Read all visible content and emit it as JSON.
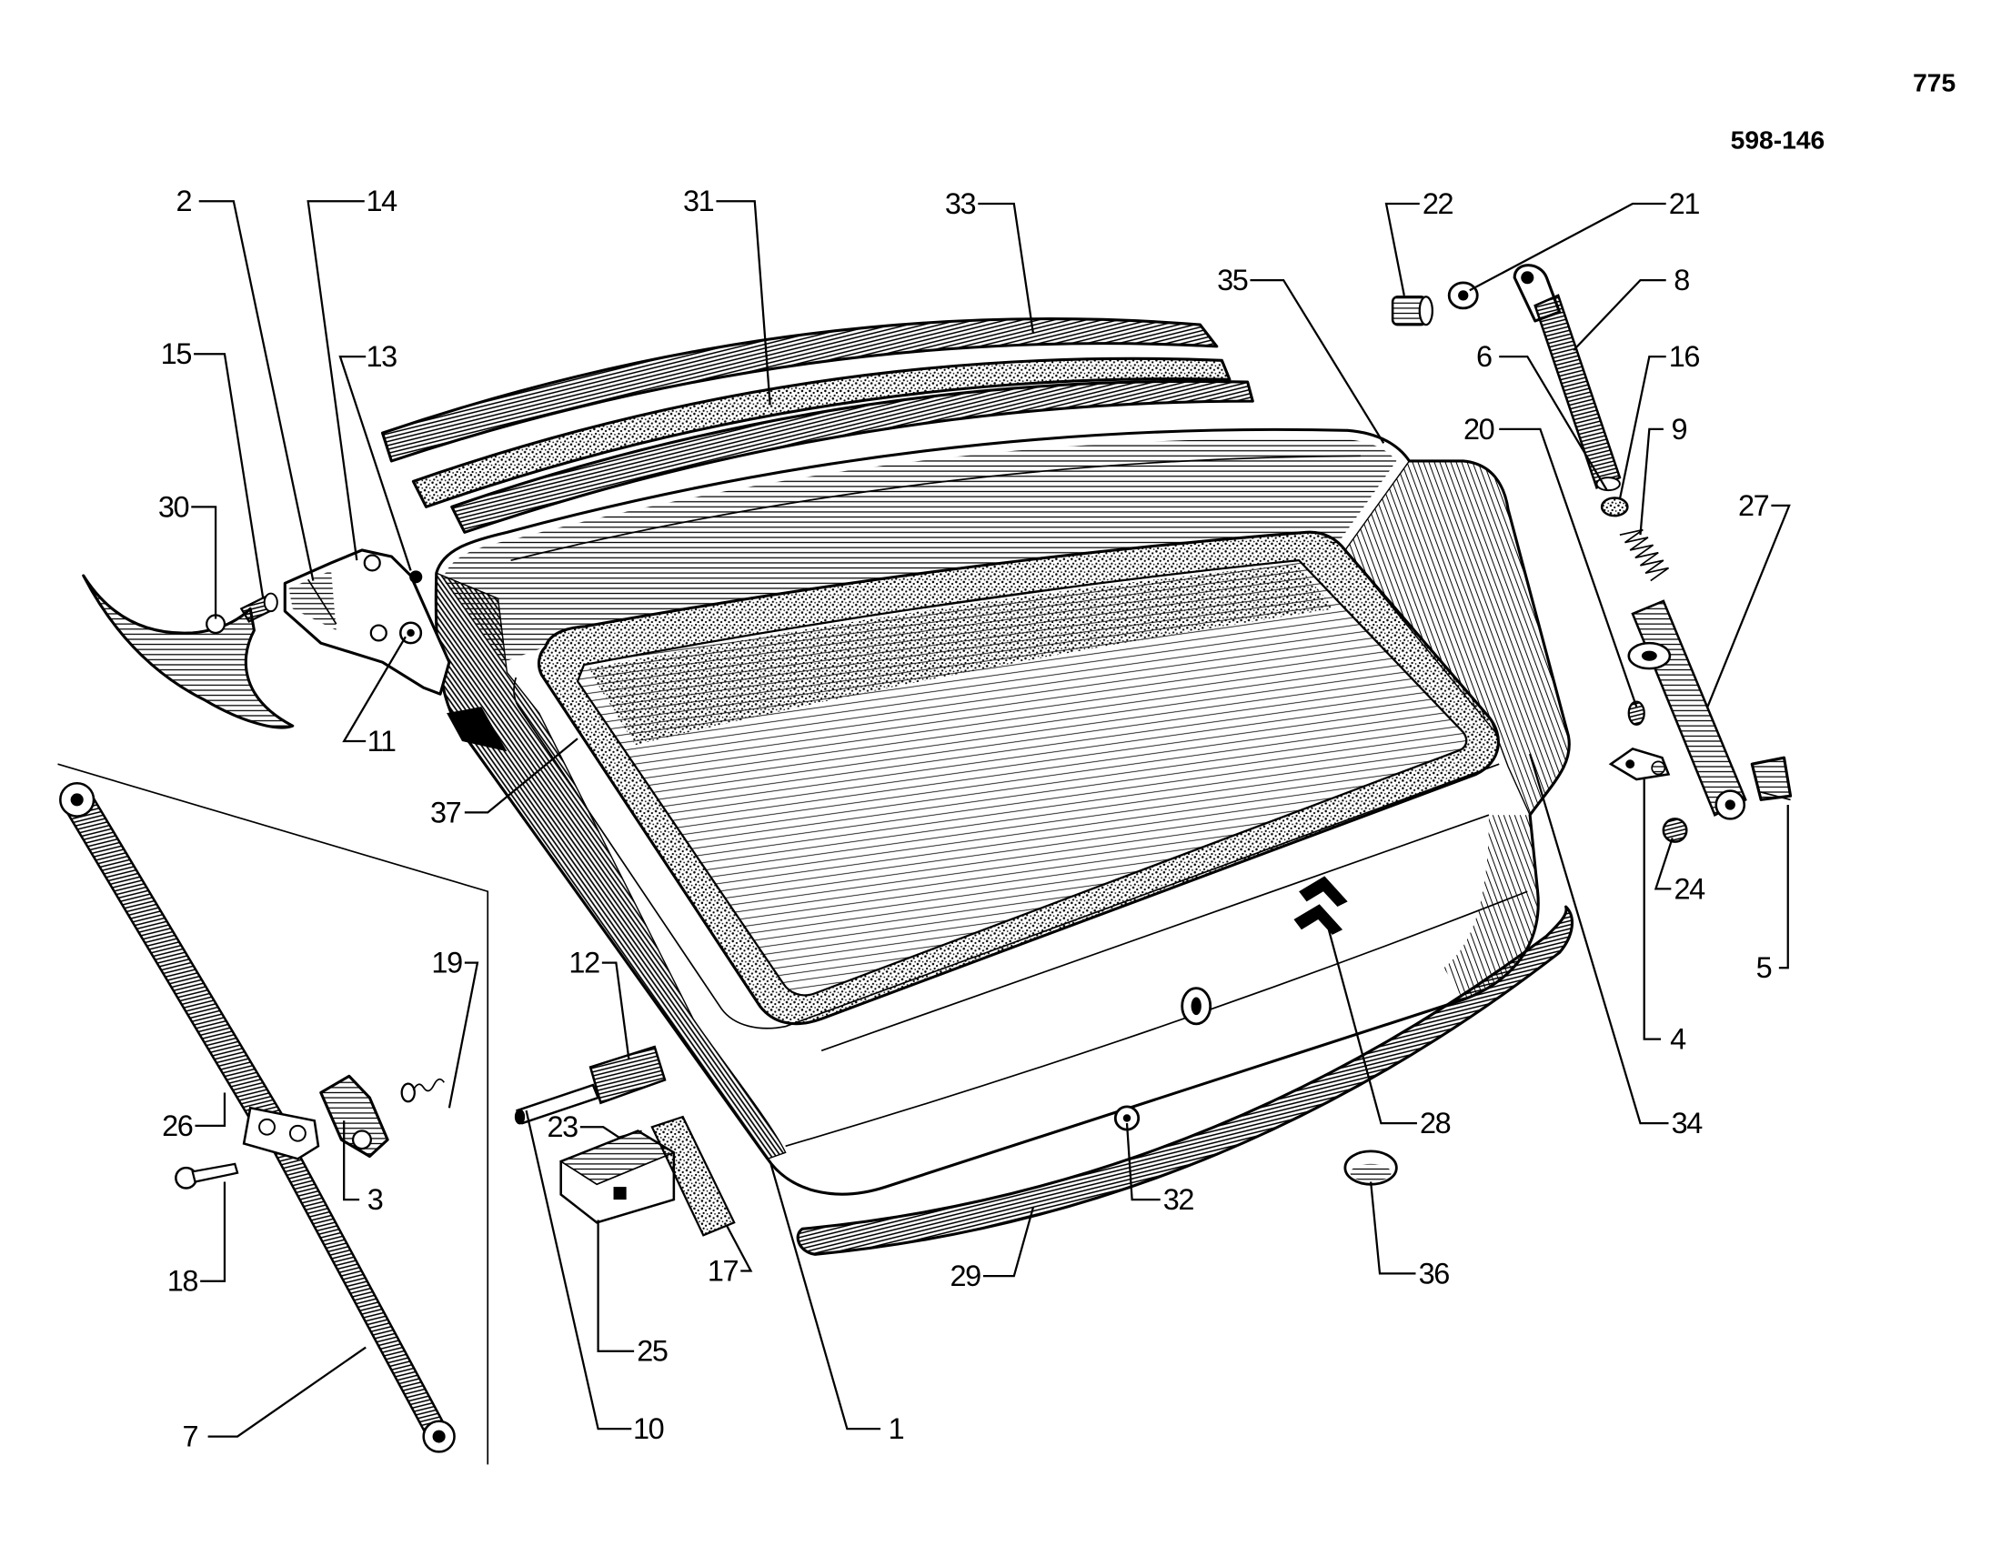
{
  "page_number": "775",
  "figure_reference": "598-146",
  "callouts": [
    "1",
    "2",
    "3",
    "4",
    "5",
    "6",
    "7",
    "8",
    "9",
    "10",
    "11",
    "12",
    "13",
    "14",
    "15",
    "16",
    "17",
    "18",
    "19",
    "20",
    "21",
    "22",
    "23",
    "24",
    "25",
    "26",
    "27",
    "28",
    "29",
    "30",
    "31",
    "32",
    "33",
    "34",
    "35",
    "36",
    "37"
  ],
  "colors": {
    "ink": "#000000",
    "paper": "#ffffff"
  }
}
